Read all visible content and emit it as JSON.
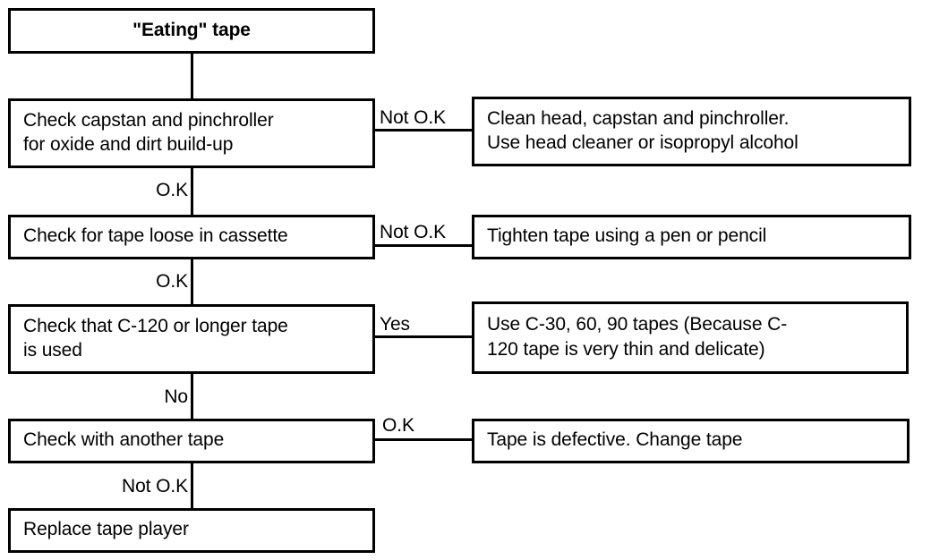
{
  "diagram": {
    "title": "\"Eating\" tape",
    "nodes": {
      "start": "\"Eating\" tape",
      "check_capstan": "Check capstan and pinchroller\nfor oxide and dirt build-up",
      "clean_head": "Clean head, capstan and pinchroller.\nUse head cleaner or isopropyl alcohol",
      "check_loose": "Check for tape loose in cassette",
      "tighten_tape": "Tighten tape using a pen or pencil",
      "check_c120": "Check that C-120 or longer tape\nis used",
      "use_shorter": "Use C-30, 60, 90 tapes (Because C-\n120 tape is very thin and delicate)",
      "check_another": "Check with another tape",
      "tape_defective": "Tape is defective. Change tape",
      "replace_player": "Replace tape player"
    },
    "edge_labels": {
      "start_to_capstan": "",
      "capstan_not_ok": "Not O.K",
      "capstan_ok": "O.K",
      "loose_not_ok": "Not O.K",
      "loose_ok": "O.K",
      "c120_yes": "Yes",
      "c120_no": "No",
      "another_ok": "O.K",
      "another_not_ok": "Not O.K"
    },
    "colors": {
      "stroke": "#000000",
      "fill": "#ffffff",
      "text": "#000000"
    }
  }
}
